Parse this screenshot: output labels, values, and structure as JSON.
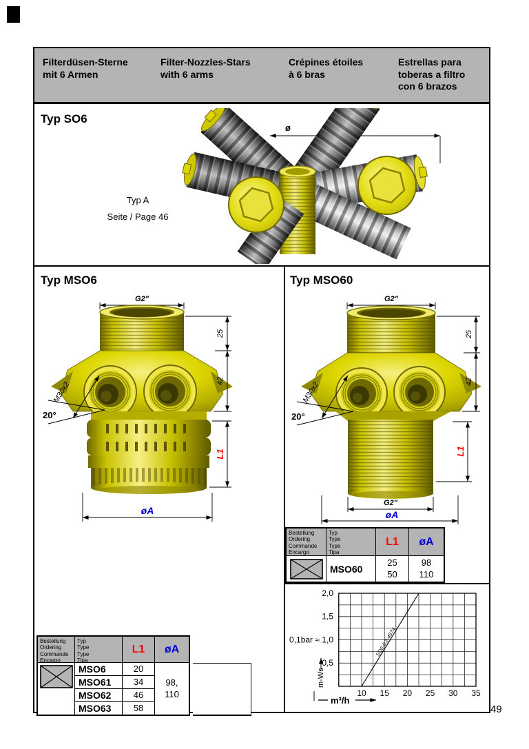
{
  "page_number": "49",
  "colors": {
    "header_bg": "#b4b4b4",
    "dim_red": "#ff0000",
    "dim_blue": "#0000cd",
    "body_yellow": "#ddd600",
    "arm_gray": "#8c8c8c"
  },
  "header": {
    "cells": [
      {
        "lang": "de",
        "text": "Filterdüsen-Sterne\nmit 6 Armen"
      },
      {
        "lang": "en",
        "text": "Filter-Nozzles-Stars\nwith 6 arms"
      },
      {
        "lang": "fr",
        "text": "Crépines étoiles\nà 6 bras"
      },
      {
        "lang": "es",
        "text": "Estrellas para\ntoberas a filtro\ncon 6 brazos"
      }
    ]
  },
  "so6": {
    "title": "Typ SO6",
    "type_note": "Typ A",
    "page_note": "Seite / Page 46",
    "diameter_label": "ø"
  },
  "mso6": {
    "title": "Typ MSO6",
    "dim_g2": "G2\"",
    "dim_25": "25",
    "dim_42": "42",
    "dim_m30": "M30x2",
    "dim_angle": "20°",
    "dim_l1": "L1",
    "dim_oa": "øA"
  },
  "mso60": {
    "title": "Typ MSO60",
    "dim_g2_top": "G2\"",
    "dim_g2_bottom": "G2\"",
    "dim_25": "25",
    "dim_42": "42",
    "dim_m30": "M30x2",
    "dim_angle": "20°",
    "dim_l1": "L1",
    "dim_oa": "øA"
  },
  "order_header": {
    "ordering": "Bestellung\nOrdering\nCommande\nEncargo",
    "type": "Typ\nType\nType\nTipa",
    "l1": "L1",
    "oa": "øA"
  },
  "mso60_table": {
    "rows": [
      {
        "type": "MSO60",
        "l1": "25\n50",
        "oa": "98\n110"
      }
    ]
  },
  "mso6_table": {
    "rows": [
      {
        "type": "MSO6",
        "l1": "20"
      },
      {
        "type": "MSO61",
        "l1": "34"
      },
      {
        "type": "MSO62",
        "l1": "46"
      },
      {
        "type": "MSO63",
        "l1": "58"
      }
    ],
    "oa_merged": "98,\n110"
  },
  "chart_data": {
    "type": "line",
    "title": "",
    "xlabel": "m³/h",
    "ylabel": "m-Ws",
    "x_ticks": [
      "10",
      "15",
      "20",
      "25",
      "30",
      "35"
    ],
    "y_ticks": [
      0.5,
      1.0,
      1.5,
      2.0
    ],
    "y_tick_labels": [
      "2,0",
      "1,5",
      "0,1bar ≈ 1,0",
      "0,5"
    ],
    "xlim": [
      5,
      35
    ],
    "ylim": [
      0,
      2
    ],
    "grid": "minor grid on, x step 2.5 m³/h, y step 0.25 m-Ws",
    "legend_position": "on-line",
    "annotation": "0,1bar ≈ 1,0",
    "series": [
      {
        "name": "SO6-0,2-4974",
        "x": [
          10,
          22.5
        ],
        "y": [
          0,
          2.0
        ]
      }
    ]
  }
}
